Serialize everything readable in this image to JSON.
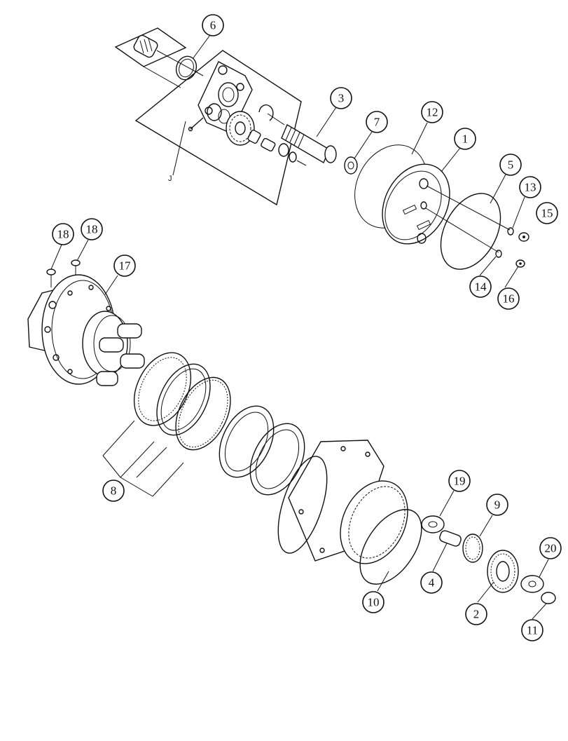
{
  "callouts": {
    "c1": "1",
    "c2": "2",
    "c3": "3",
    "c4": "4",
    "c5": "5",
    "c6": "6",
    "c7": "7",
    "c8": "8",
    "c9": "9",
    "c10": "10",
    "c11": "11",
    "c12": "12",
    "c13": "13",
    "c14": "14",
    "c15": "15",
    "c16": "16",
    "c17": "17",
    "c18a": "18",
    "c18b": "18",
    "c19": "19",
    "c20": "20"
  },
  "group_label": "J"
}
